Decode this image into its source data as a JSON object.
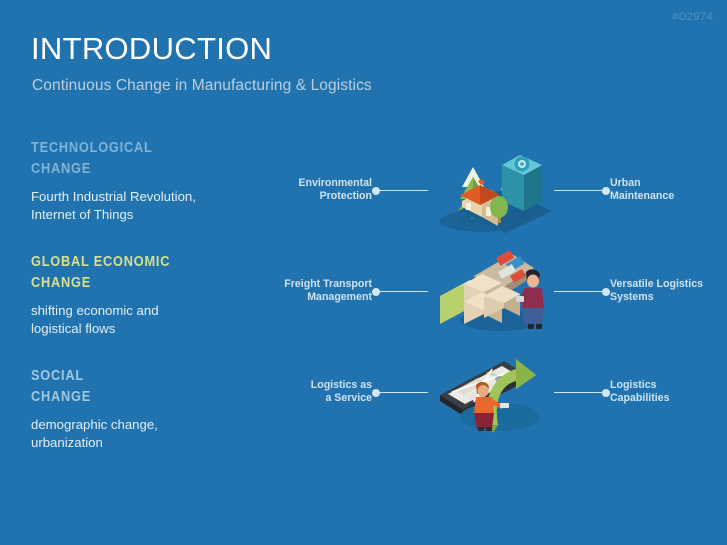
{
  "slide": {
    "ref_tag": "#D2974",
    "title": "INTRODUCTION",
    "subtitle": "Continuous Change in Manufacturing & Logistics",
    "background_color": "#2173b0"
  },
  "left_column": {
    "blocks": [
      {
        "heading": "TECHNOLOGICAL\nCHANGE",
        "heading_color": "#7fb4d8",
        "body": "Fourth Industrial Revolution,\nInternet of Things"
      },
      {
        "heading": "GLOBAL ECONOMIC\nCHANGE",
        "heading_color": "#d7e08c",
        "body": "shifting economic and\nlogistical flows"
      },
      {
        "heading": "SOCIAL\nCHANGE",
        "heading_color": "#9ec9de",
        "body": "demographic change,\nurbanization"
      }
    ]
  },
  "diagram": {
    "rows": [
      {
        "left": {
          "label": "Environmental\nProtection",
          "icon": "mountain-tree-icon"
        },
        "right": {
          "label": "Urban\nMaintenance",
          "icon": "city-building-gear-icon"
        }
      },
      {
        "left": {
          "label": "Freight Transport\nManagement",
          "icon": "truck-cargo-ship-icon"
        },
        "right": {
          "label": "Versatile Logistics\nSystems",
          "icon": "boxes-worker-icon"
        }
      },
      {
        "left": {
          "label": "Logistics as\na Service",
          "icon": "smartphone-map-icon"
        },
        "right": {
          "label": "Logistics\nCapabilities",
          "icon": "growth-arrow-person-icon"
        }
      }
    ],
    "connector_color": "#d3e7f4",
    "label_color": "#cfe2ef"
  }
}
